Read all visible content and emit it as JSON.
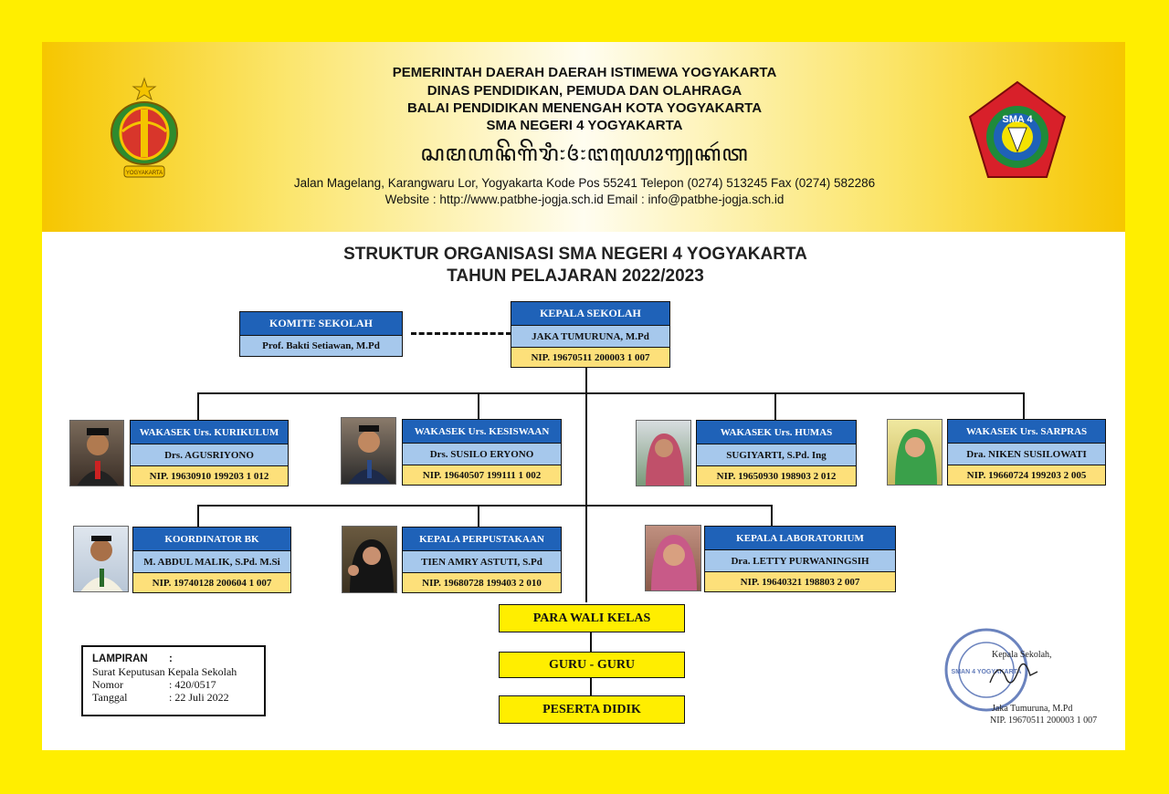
{
  "header": {
    "line1": "PEMERINTAH DAERAH DAERAH ISTIMEWA YOGYAKARTA",
    "line2": "DINAS PENDIDIKAN, PEMUDA DAN OLAHRAGA",
    "line3": "BALAI PENDIDIKAN MENENGAH KOTA YOGYAKARTA",
    "line4": "SMA  NEGERI 4  YOGYAKARTA",
    "javanese": "ꦱꦩꦲꦤꦼꦒꦼꦫꦶ꧇꧔꧇ꦔꦪꦺꦴꦒꦾꦏꦂꦠ",
    "address": "Jalan Magelang, Karangwaru Lor, Yogyakarta Kode Pos 55241 Telepon (0274) 513245  Fax (0274) 582286",
    "web": "Website : http://www.patbhe-jogja.sch.id    Email : info@patbhe-jogja.sch.id",
    "left_logo_text": "YOGYAKARTA",
    "right_logo_text": "SMA 4"
  },
  "title": {
    "line1": "STRUKTUR ORGANISASI SMA NEGERI 4 YOGYAKARTA",
    "line2": "TAHUN PELAJARAN 2022/2023"
  },
  "komite": {
    "title": "KOMITE SEKOLAH",
    "name": "Prof. Bakti Setiawan, M.Pd"
  },
  "kepala": {
    "title": "KEPALA SEKOLAH",
    "name": "JAKA TUMURUNA, M.Pd",
    "nip": "NIP. 19670511 200003 1 007"
  },
  "wakasek": [
    {
      "title": "WAKASEK Urs. KURIKULUM",
      "name": "Drs. AGUSRIYONO",
      "nip": "NIP. 19630910 199203 1 012"
    },
    {
      "title": "WAKASEK Urs. KESISWAAN",
      "name": "Drs. SUSILO ERYONO",
      "nip": "NIP. 19640507 199111 1 002"
    },
    {
      "title": "WAKASEK Urs. HUMAS",
      "name": "SUGIYARTI, S.Pd. Ing",
      "nip": "NIP. 19650930 198903 2 012"
    },
    {
      "title": "WAKASEK Urs. SARPRAS",
      "name": "Dra. NIKEN SUSILOWATI",
      "nip": "NIP. 19660724 199203 2 005"
    }
  ],
  "koordinator": [
    {
      "title": "KOORDINATOR BK",
      "name": "M. ABDUL MALIK, S.Pd. M.Si",
      "nip": "NIP. 19740128 200604 1 007"
    },
    {
      "title": "KEPALA PERPUSTAKAAN",
      "name": "TIEN AMRY ASTUTI, S.Pd",
      "nip": "NIP. 19680728 199403 2 010"
    },
    {
      "title": "KEPALA LABORATORIUM",
      "name": "Dra. LETTY PURWANINGSIH",
      "nip": "NIP. 19640321 198803 2 007"
    }
  ],
  "bottom": [
    "PARA WALI KELAS",
    "GURU - GURU",
    "PESERTA DIDIK"
  ],
  "lampiran": {
    "heading": "LAMPIRAN",
    "colon": ":",
    "line1": "Surat Keputusan Kepala Sekolah",
    "nomor_label": "Nomor",
    "nomor_value": ": 420/0517",
    "tanggal_label": "Tanggal",
    "tanggal_value": ": 22 Juli   2022"
  },
  "signature": {
    "role": "Kepala Sekolah,",
    "name": "Jaka Tumuruna, M.Pd",
    "nip": "NIP. 19670511 200003 1 007",
    "stamp_text": "SMAN 4 YOGYAKARTA"
  },
  "colors": {
    "frame": "#ffee00",
    "title_bar": "#1f62b8",
    "name_bar": "#a6c8ec",
    "nip_bar": "#fde07a"
  }
}
